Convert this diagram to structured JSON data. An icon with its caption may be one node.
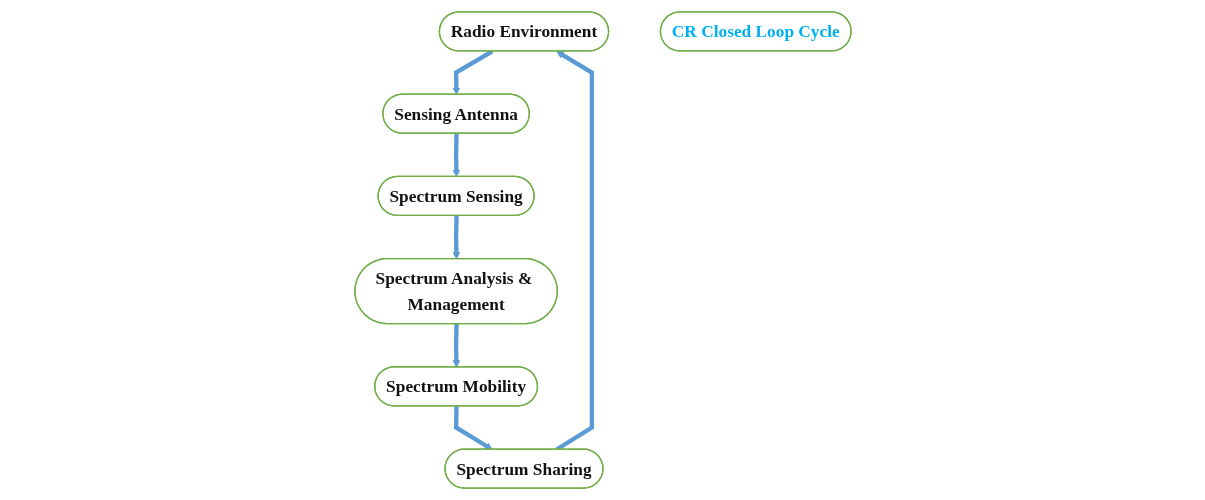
{
  "diagram": {
    "nodes": [
      {
        "text": [
          "Radio Environment"
        ]
      },
      {
        "text": [
          "Sensing Antenna"
        ]
      },
      {
        "text": [
          "Spectrum Sensing"
        ]
      },
      {
        "text": [
          "Spectrum Analysis & Management"
        ]
      },
      {
        "text": [
          "Spectrum Mobility"
        ]
      },
      {
        "text": [
          "Spectrum Sharing"
        ]
      },
      {
        "text": [
          "CR Closed Loop Cycle"
        ]
      }
    ],
    "edges": [
      {
        "from": 0,
        "to": 1,
        "arrow": "to"
      },
      {
        "from": 1,
        "to": 2,
        "arrow": "to"
      },
      {
        "from": 2,
        "to": 3,
        "arrow": "to"
      },
      {
        "from": 3,
        "to": 4,
        "arrow": "to"
      },
      {
        "from": 4,
        "to": 5,
        "arrow": "to"
      },
      {
        "from": 5,
        "to": 0,
        "arrow": "to"
      }
    ]
  }
}
